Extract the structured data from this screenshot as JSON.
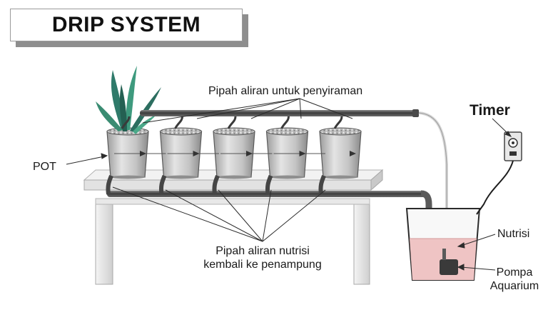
{
  "title": "DRIP SYSTEM",
  "labels": {
    "irrigation_pipe": "Pipah aliran untuk penyiraman",
    "pot": "POT",
    "timer": "Timer",
    "nutrient": "Nutrisi",
    "return_pipe_line1": "Pipah aliran nutrisi",
    "return_pipe_line2": "kembali ke penampung",
    "pump_line1": "Pompa",
    "pump_line2": "Aquarium"
  },
  "colors": {
    "pot_body": "#c8c8c8",
    "pipe": "#5c5c5c",
    "nutrient_solution": "#efc4c4",
    "table": "#e6e6e6",
    "plant": "#2f7a6a"
  },
  "counts": {
    "pots": 5
  }
}
